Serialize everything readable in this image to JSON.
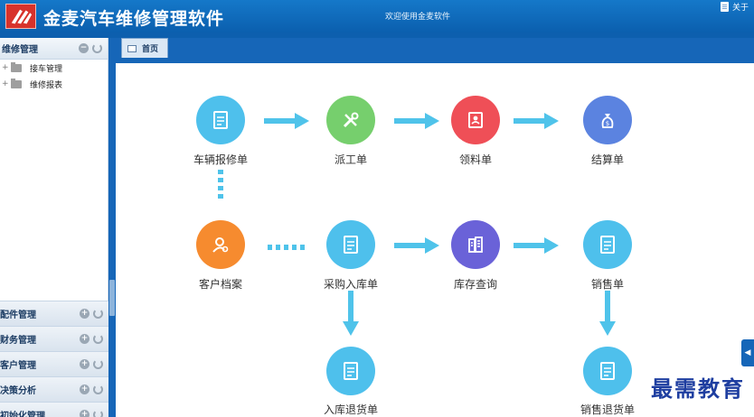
{
  "header": {
    "title": "金麦汽车维修管理软件",
    "welcome": "欢迎使用金麦软件",
    "about": "关于"
  },
  "sidebar": {
    "active_section": "维修管理",
    "tree": [
      {
        "label": "接车管理"
      },
      {
        "label": "维修报表"
      }
    ],
    "sections": [
      {
        "label": "配件管理"
      },
      {
        "label": "财务管理"
      },
      {
        "label": "客户管理"
      },
      {
        "label": "决策分析"
      },
      {
        "label": "初始化管理"
      }
    ]
  },
  "tabs": [
    {
      "label": "首页"
    }
  ],
  "flow": {
    "nodes": {
      "repair_order": "车辆报修单",
      "dispatch": "派工单",
      "material": "领料单",
      "settlement": "结算单",
      "customer": "客户档案",
      "purchase_in": "采购入库单",
      "stock_query": "库存查询",
      "sales": "销售单",
      "purchase_return": "入库退货单",
      "sales_return": "销售退货单"
    },
    "colors": {
      "blue": "#4ec0ec",
      "green": "#76cf6d",
      "red": "#ef4f57",
      "navy": "#5b83e0",
      "orange": "#f68b2f",
      "purple": "#6a62d8",
      "arrow": "#4fc3ea"
    }
  },
  "watermark": "最需教育",
  "edge_tab": "◀"
}
